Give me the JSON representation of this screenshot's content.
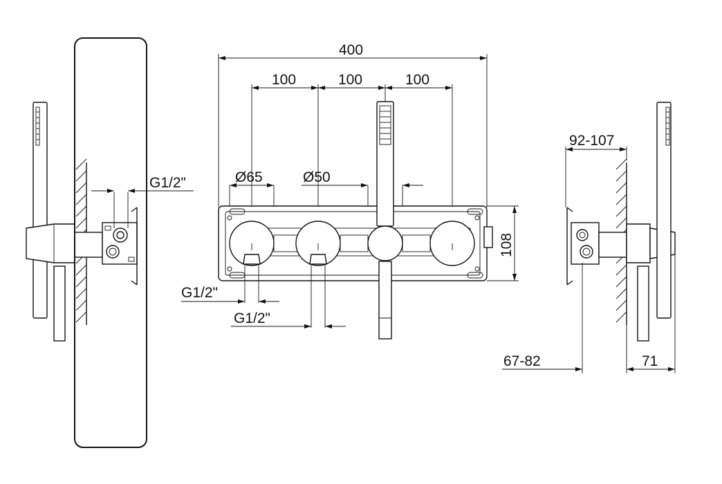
{
  "drawing": {
    "dimensions": {
      "overall_width": "400",
      "spacing_1": "100",
      "spacing_2": "100",
      "spacing_3": "100",
      "diameter_large": "Ø65",
      "diameter_small": "Ø50",
      "height": "108",
      "thread_left_side": "G1/2\"",
      "thread_front_1": "G1/2\"",
      "thread_front_2": "G1/2\"",
      "wall_range": "92-107",
      "depth_range": "67-82",
      "projection": "71"
    }
  }
}
